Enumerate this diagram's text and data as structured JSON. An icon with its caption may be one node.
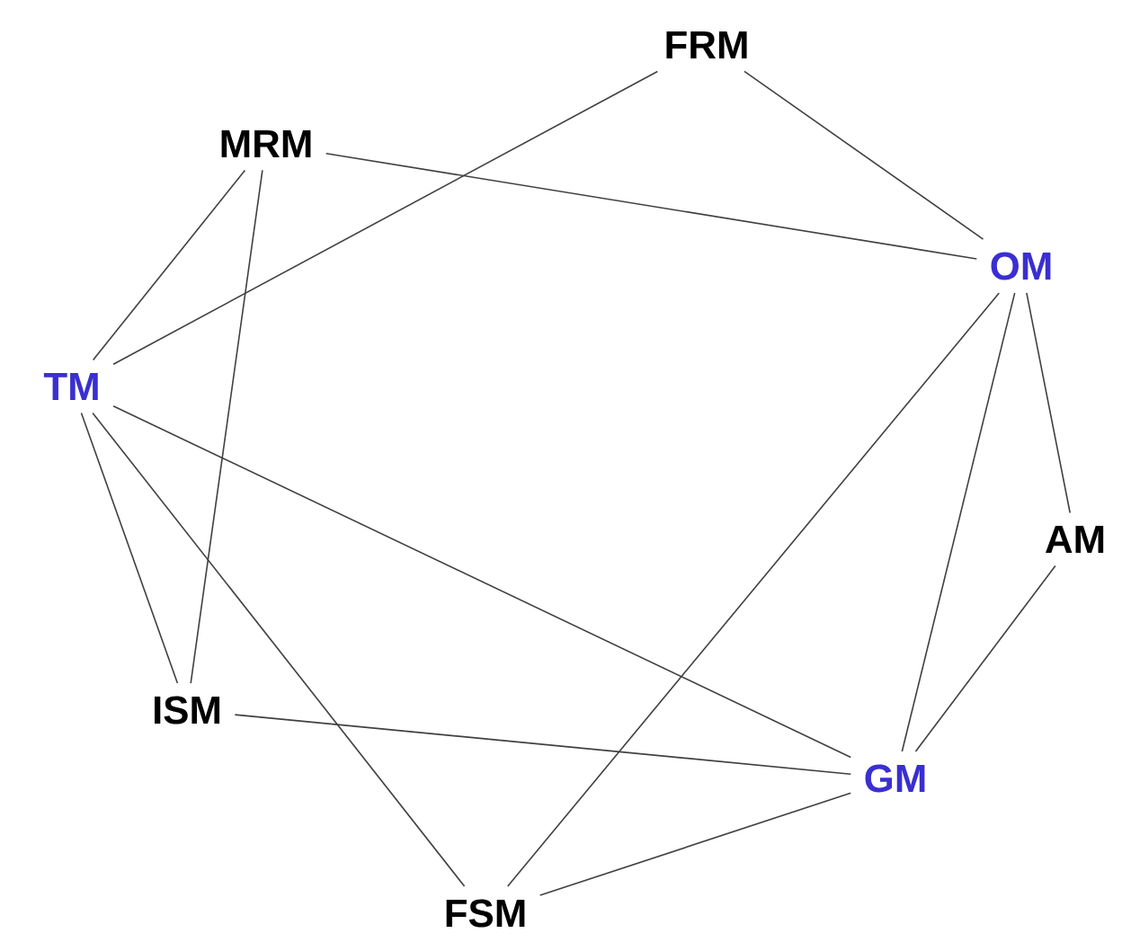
{
  "diagram": {
    "nodes": [
      {
        "text": [
          "FRM"
        ]
      },
      {
        "text": [
          "MRM"
        ]
      },
      {
        "text": [
          "OM"
        ]
      },
      {
        "text": [
          "TM"
        ]
      },
      {
        "text": [
          "AM"
        ]
      },
      {
        "text": [
          "ISM"
        ]
      },
      {
        "text": [
          "GM"
        ]
      },
      {
        "text": [
          "FSM"
        ]
      }
    ],
    "edges": [
      {
        "from": 0,
        "to": 2,
        "arrow": "none"
      },
      {
        "from": 0,
        "to": 3,
        "arrow": "none"
      },
      {
        "from": 1,
        "to": 2,
        "arrow": "none"
      },
      {
        "from": 1,
        "to": 3,
        "arrow": "none"
      },
      {
        "from": 1,
        "to": 5,
        "arrow": "none"
      },
      {
        "from": 3,
        "to": 5,
        "arrow": "none"
      },
      {
        "from": 3,
        "to": 6,
        "arrow": "none"
      },
      {
        "from": 3,
        "to": 7,
        "arrow": "none"
      },
      {
        "from": 2,
        "to": 4,
        "arrow": "none"
      },
      {
        "from": 2,
        "to": 6,
        "arrow": "none"
      },
      {
        "from": 2,
        "to": 7,
        "arrow": "none"
      },
      {
        "from": 4,
        "to": 6,
        "arrow": "none"
      },
      {
        "from": 5,
        "to": 6,
        "arrow": "none"
      },
      {
        "from": 6,
        "to": 7,
        "arrow": "none"
      }
    ]
  }
}
